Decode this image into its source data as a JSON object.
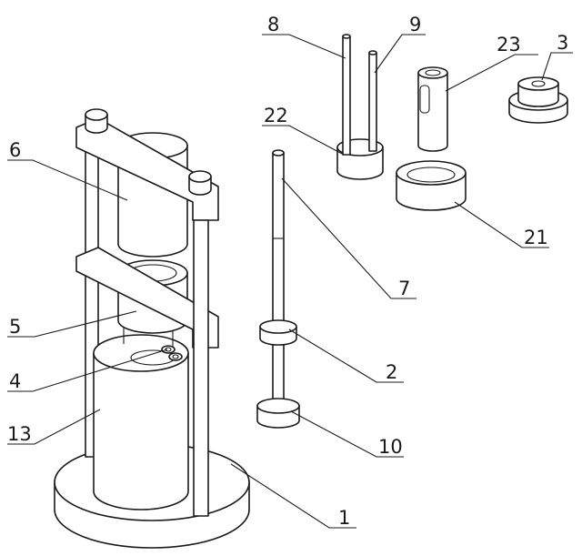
{
  "labels": {
    "l1": "1",
    "l2": "2",
    "l3": "3",
    "l4": "4",
    "l5": "5",
    "l6": "6",
    "l7": "7",
    "l8": "8",
    "l9": "9",
    "l10": "10",
    "l13": "13",
    "l21": "21",
    "l22": "22",
    "l23": "23"
  }
}
